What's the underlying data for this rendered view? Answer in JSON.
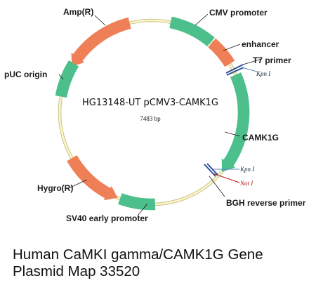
{
  "plasmid": {
    "name": "HG13148-UT pCMV3-CAMK1G",
    "size": "7483 bp"
  },
  "features": {
    "amp": "Amp(R)",
    "cmv": "CMV promoter",
    "enhancer": "enhancer",
    "t7": "T7 primer",
    "kpn1_top": "Kpn I",
    "puc": "pUC origin",
    "camk1g": "CAMK1G",
    "kpn1_bottom": "Kpn I",
    "not1": "Not I",
    "bgh": "BGH reverse primer",
    "hygro": "Hygro(R)",
    "sv40": "SV40 early promoter"
  },
  "caption": {
    "line1": "Human CaMKI gamma/CAMK1G Gene",
    "line2": "Plasmid Map 33520"
  },
  "colors": {
    "backbone": "#fbf7c8",
    "backbone_stroke": "#c9c08a",
    "green_feature": "#4cbf8c",
    "orange_feature": "#ee7f56",
    "primer": "#2f4f9a",
    "kpn_label": "#1f2a44",
    "not_label": "#b01818"
  }
}
